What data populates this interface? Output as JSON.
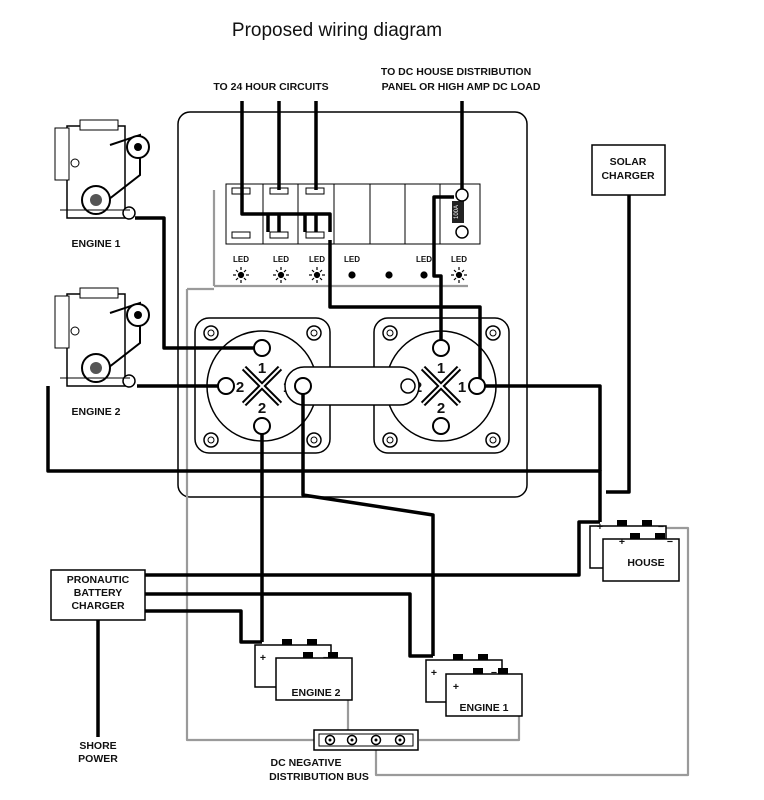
{
  "title": "Proposed wiring diagram",
  "labels": {
    "circuits_24h": "TO 24 HOUR CIRCUITS",
    "house_dist_line1": "TO DC HOUSE DISTRIBUTION",
    "house_dist_line2": "PANEL OR HIGH AMP DC LOAD",
    "engine1": "ENGINE 1",
    "engine2": "ENGINE 2",
    "solar_line1": "SOLAR",
    "solar_line2": "CHARGER",
    "charger_line1": "PRONAUTIC",
    "charger_line2": "BATTERY",
    "charger_line3": "CHARGER",
    "shore_line1": "SHORE",
    "shore_line2": "POWER",
    "bus_line1": "DC NEGATIVE",
    "bus_line2": "DISTRIBUTION BUS",
    "fuse_rating": "100A",
    "led": "LED"
  },
  "batteries": {
    "house": "HOUSE",
    "engine2": "ENGINE 2",
    "engine1": "ENGINE 1",
    "plus": "+",
    "minus": "−"
  },
  "switch_positions": {
    "one": "1",
    "two": "2"
  }
}
